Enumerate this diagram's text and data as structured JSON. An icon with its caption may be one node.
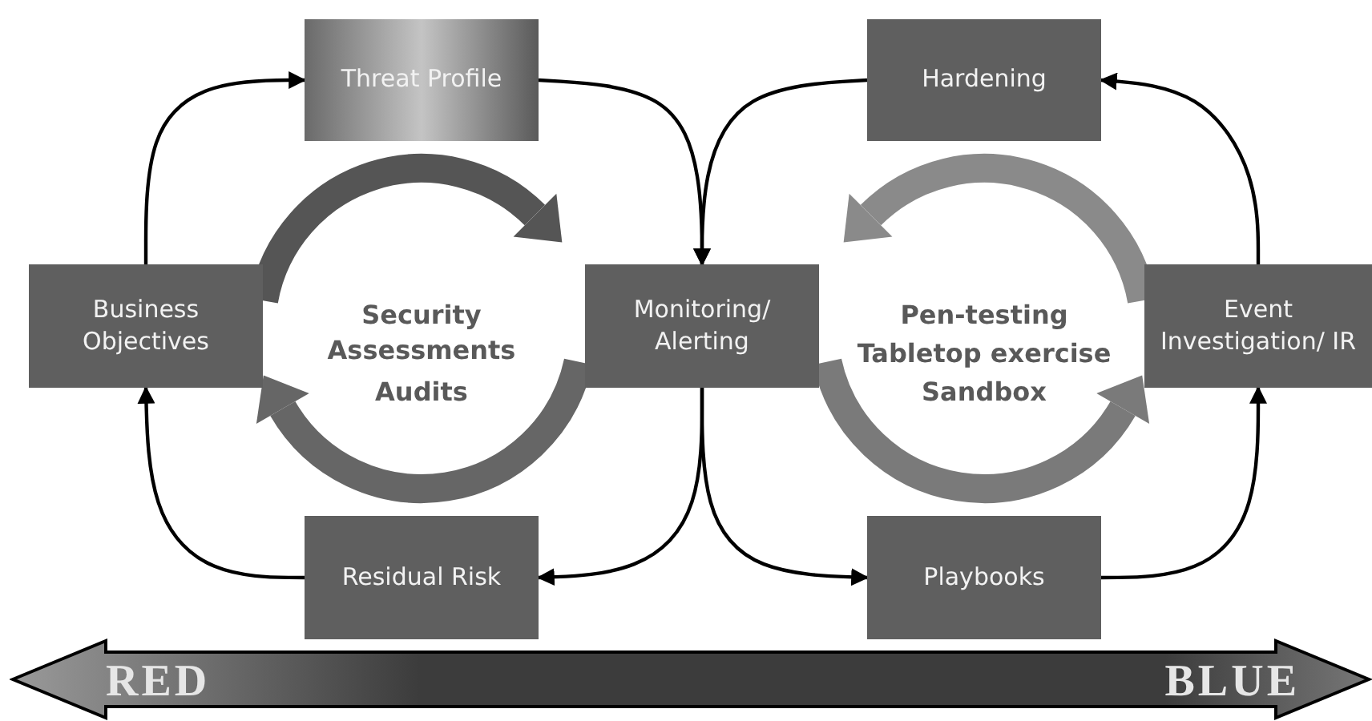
{
  "diagram": {
    "nodes": [
      {
        "text": [
          "Threat Profile"
        ]
      },
      {
        "text": [
          "Hardening"
        ]
      },
      {
        "text": [
          "Business Objectives"
        ]
      },
      {
        "text": [
          "Monitoring/ Alerting"
        ]
      },
      {
        "text": [
          "Event Investigation/ IR"
        ]
      },
      {
        "text": [
          "Residual Risk"
        ]
      },
      {
        "text": [
          "Playbooks"
        ]
      },
      {
        "text": [
          "RED",
          "BLUE"
        ]
      }
    ],
    "edges": [
      {
        "from": 2,
        "to": 0,
        "arrow": "to"
      },
      {
        "from": 0,
        "to": 3,
        "arrow": "to"
      },
      {
        "from": 1,
        "to": 3,
        "arrow": "to"
      },
      {
        "from": 3,
        "to": 5,
        "arrow": "to"
      },
      {
        "from": 5,
        "to": 2,
        "arrow": "to"
      },
      {
        "from": 3,
        "to": 6,
        "arrow": "to"
      },
      {
        "from": 6,
        "to": 4,
        "arrow": "to"
      },
      {
        "from": 4,
        "to": 1,
        "arrow": "to"
      }
    ],
    "labels": [
      "Security Assessments",
      "Audits",
      "Pen-testing",
      "Tabletop exercise",
      "Sandbox"
    ]
  }
}
